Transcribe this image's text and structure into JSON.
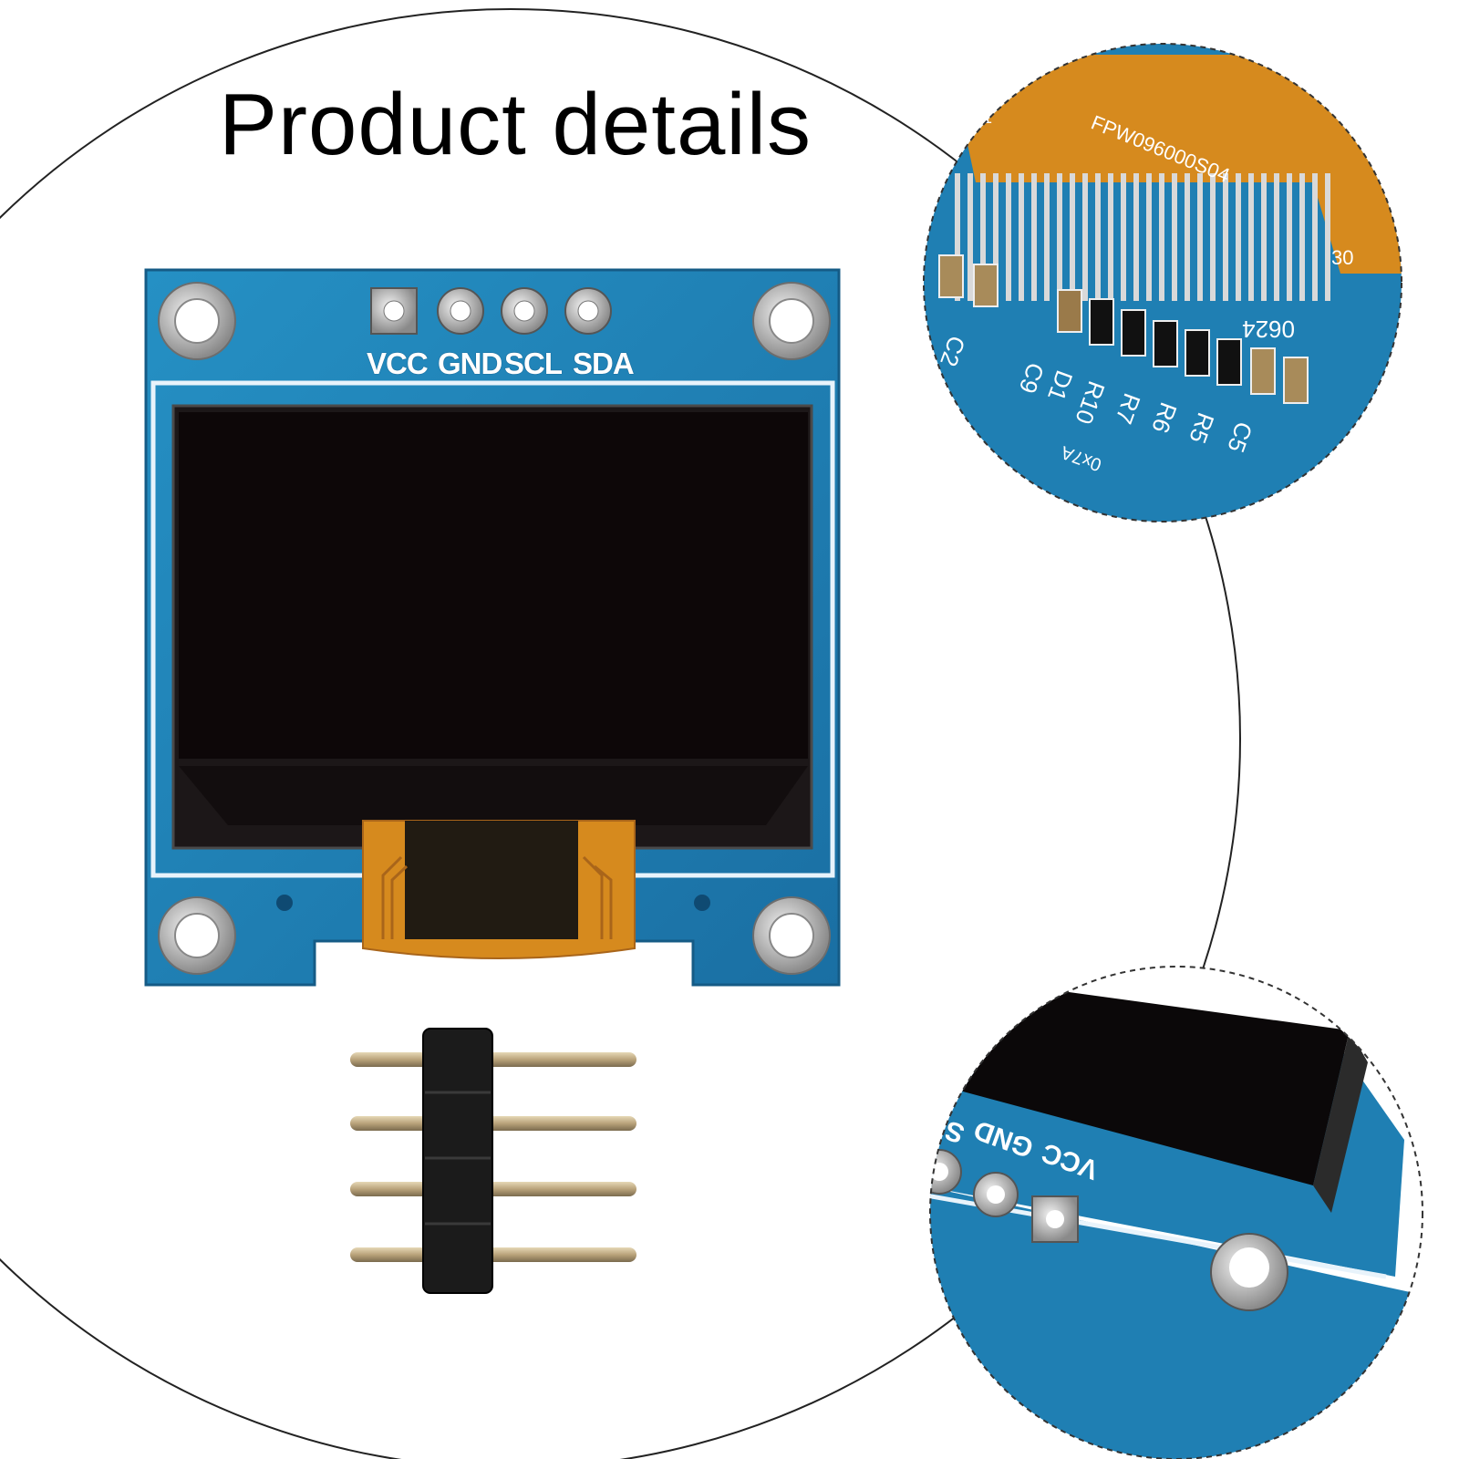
{
  "title": "Product details",
  "main_board": {
    "pin_labels": [
      "VCC",
      "GND",
      "SCL",
      "SDA"
    ]
  },
  "zoom_top": {
    "flex_cable_code": "FPW096000S04",
    "pin_start": "1",
    "pin_end": "30",
    "component_labels": [
      "C2",
      "C9",
      "D1",
      "R10",
      "R7",
      "R6",
      "R5",
      "C5"
    ],
    "board_code": "0624",
    "address_label": "0x7A"
  },
  "zoom_bottom": {
    "pin_labels": [
      "VCC",
      "GND",
      "SCL"
    ]
  },
  "colors": {
    "pcb_blue": "#1f7fb3",
    "screen_black": "#0d0708",
    "flex_orange": "#d68a1e",
    "silver_pad": "#c9c9c9"
  }
}
